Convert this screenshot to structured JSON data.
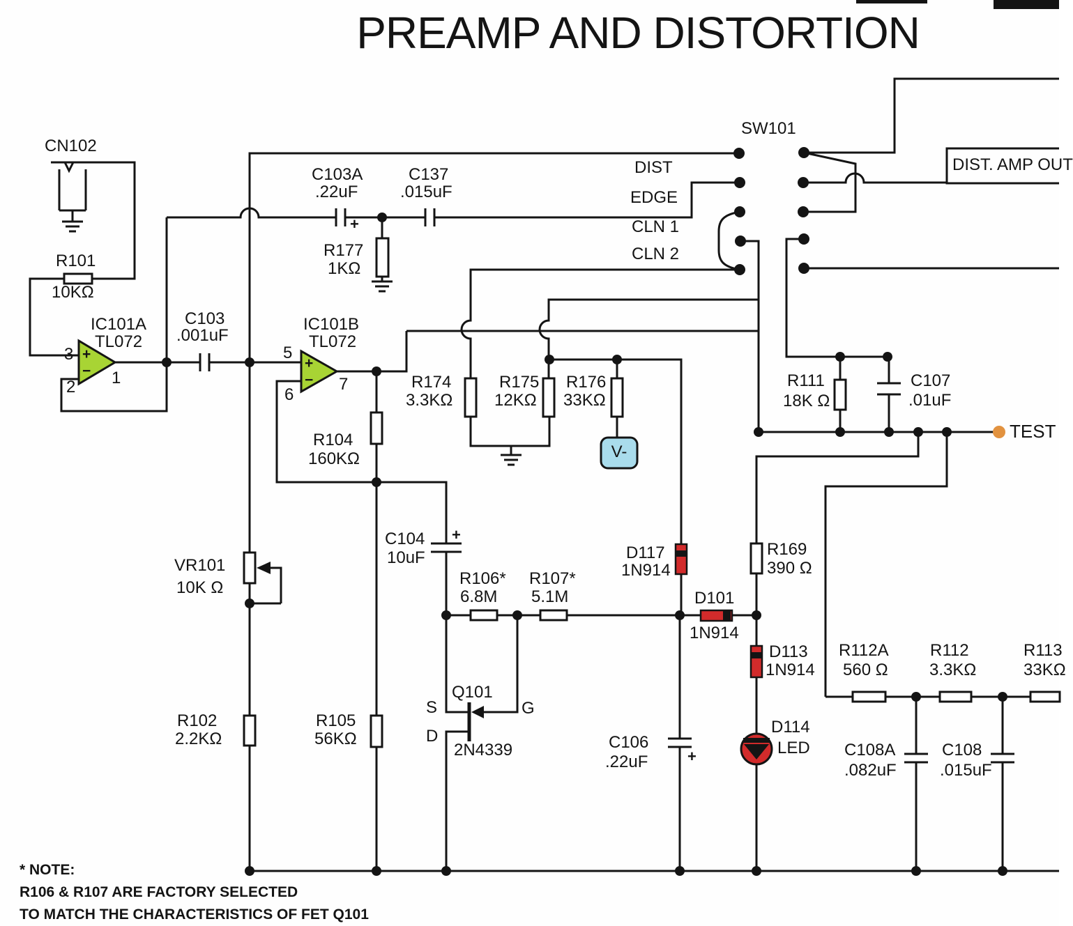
{
  "title": "PREAMP AND DISTORTION",
  "connector": {
    "ref": "CN102"
  },
  "switch": {
    "ref": "SW101",
    "pos_dist": "DIST",
    "pos_edge": "EDGE",
    "pos_cln1": "CLN 1",
    "pos_cln2": "CLN 2"
  },
  "output": {
    "label": "DIST. AMP OUT"
  },
  "test": {
    "label": "TEST"
  },
  "supply": {
    "vminus": "V-"
  },
  "opamp_a": {
    "ref": "IC101A",
    "part": "TL072",
    "pin_inp": "3",
    "pin_inn": "2",
    "pin_out": "1",
    "plus": "+",
    "minus": "−"
  },
  "opamp_b": {
    "ref": "IC101B",
    "part": "TL072",
    "pin_inp": "5",
    "pin_inn": "6",
    "pin_out": "7",
    "plus": "+",
    "minus": "−"
  },
  "fet": {
    "ref": "Q101",
    "part": "2N4339",
    "pin_s": "S",
    "pin_g": "G",
    "pin_d": "D"
  },
  "c": {
    "r101": {
      "ref": "R101",
      "val": "10KΩ"
    },
    "c103": {
      "ref": "C103",
      "val": ".001uF"
    },
    "c103a": {
      "ref": "C103A",
      "val": ".22uF",
      "plus": "+"
    },
    "c137": {
      "ref": "C137",
      "val": ".015uF"
    },
    "r177": {
      "ref": "R177",
      "val": "1KΩ"
    },
    "r104": {
      "ref": "R104",
      "val": "160KΩ"
    },
    "r174": {
      "ref": "R174",
      "val": "3.3KΩ"
    },
    "r175": {
      "ref": "R175",
      "val": "12KΩ"
    },
    "r176": {
      "ref": "R176",
      "val": "33KΩ"
    },
    "r111": {
      "ref": "R111",
      "val": "18K Ω"
    },
    "c107": {
      "ref": "C107",
      "val": ".01uF"
    },
    "vr101": {
      "ref": "VR101",
      "val": "10K Ω"
    },
    "r102": {
      "ref": "R102",
      "val": "2.2KΩ"
    },
    "r105": {
      "ref": "R105",
      "val": "56KΩ"
    },
    "c104": {
      "ref": "C104",
      "val": "10uF",
      "plus": "+"
    },
    "r106": {
      "ref": "R106*",
      "val": "6.8M"
    },
    "r107": {
      "ref": "R107*",
      "val": "5.1M"
    },
    "d117": {
      "ref": "D117",
      "val": "1N914"
    },
    "d101": {
      "ref": "D101",
      "val": "1N914"
    },
    "d113": {
      "ref": "D113",
      "val": "1N914"
    },
    "r169": {
      "ref": "R169",
      "val": "390 Ω"
    },
    "c106": {
      "ref": "C106",
      "val": ".22uF",
      "plus": "+"
    },
    "d114": {
      "ref": "D114",
      "val": "LED"
    },
    "r112a": {
      "ref": "R112A",
      "val": "560 Ω"
    },
    "r112": {
      "ref": "R112",
      "val": "3.3KΩ"
    },
    "r113": {
      "ref": "R113",
      "val": "33KΩ"
    },
    "c108a": {
      "ref": "C108A",
      "val": ".082uF"
    },
    "c108": {
      "ref": "C108",
      "val": ".015uF"
    }
  },
  "note": {
    "line1": "* NOTE:",
    "line2": "R106 & R107 ARE FACTORY SELECTED",
    "line3": "TO MATCH THE CHARACTERISTICS OF FET Q101"
  }
}
